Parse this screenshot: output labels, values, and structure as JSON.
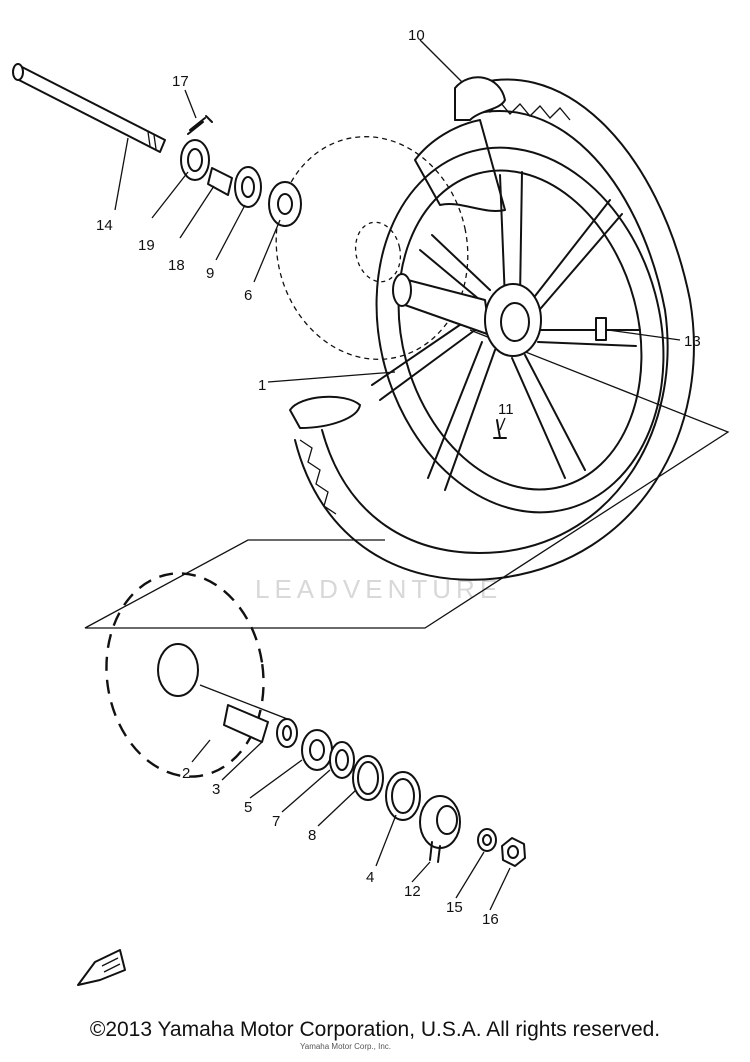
{
  "diagram": {
    "watermark": "LEADVENTURE",
    "callouts": [
      "1",
      "2",
      "3",
      "4",
      "5",
      "6",
      "7",
      "8",
      "9",
      "10",
      "11",
      "12",
      "13",
      "14",
      "15",
      "16",
      "17",
      "18",
      "19"
    ]
  },
  "footer": {
    "copyright": "©2013 Yamaha Motor Corporation, U.S.A. All rights reserved.",
    "fine_print": "Yamaha Motor Corp., Inc."
  }
}
